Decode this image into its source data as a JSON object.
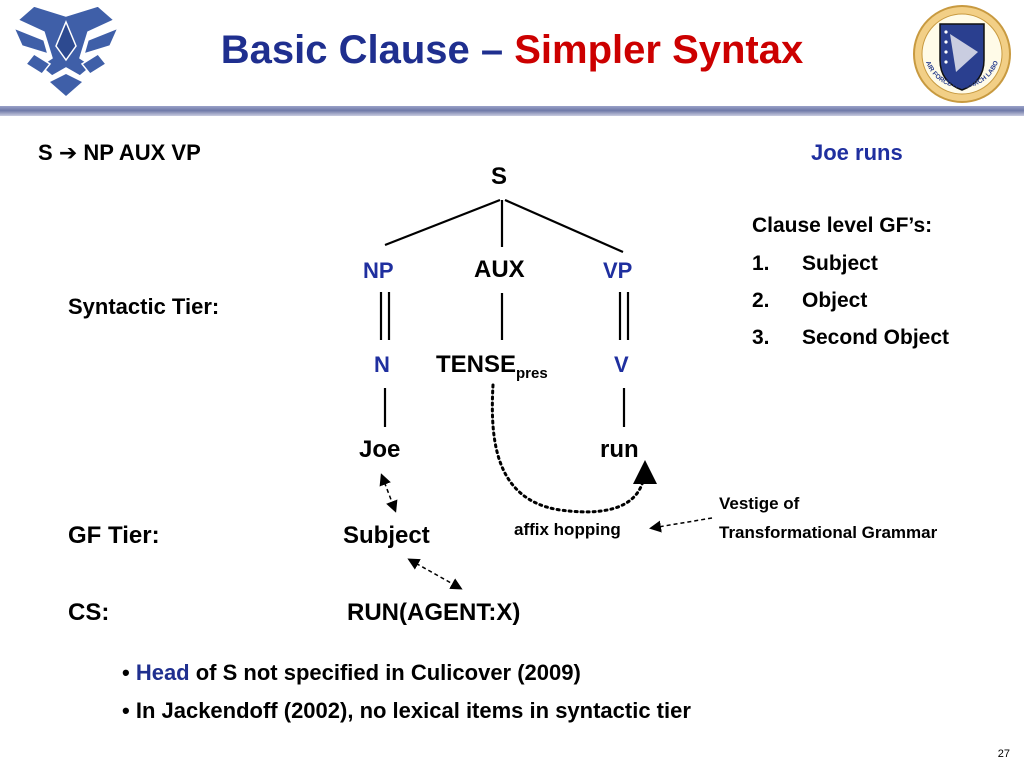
{
  "title": {
    "part1": "Basic Clause – ",
    "part2": "Simpler Syntax"
  },
  "logos": {
    "left": "air-force-wings-logo",
    "right": "air-force-research-laboratory-shield",
    "right_text": "AIR FORCE RESEARCH LABORATORY"
  },
  "rule": "S → NP AUX VP",
  "rule_parts": {
    "lhs": "S",
    "arrow": "➔",
    "rhs": "NP AUX VP"
  },
  "example": "Joe runs",
  "tree": {
    "root": "S",
    "np": "NP",
    "aux": "AUX",
    "vp": "VP",
    "n": "N",
    "tense": "TENSE",
    "tense_sub": "pres",
    "v": "V",
    "joe": "Joe",
    "run": "run"
  },
  "labels": {
    "syntactic_tier": "Syntactic Tier:",
    "gf_tier": "GF Tier:",
    "cs": "CS:",
    "subject": "Subject",
    "cs_value": "RUN(AGENT:X)",
    "affix": "affix hopping",
    "vestige_line1": "Vestige of",
    "vestige_line2": "Transformational Grammar"
  },
  "gf_list": {
    "heading": "Clause level GF’s:",
    "items": [
      {
        "num": "1.",
        "text": "Subject"
      },
      {
        "num": "2.",
        "text": "Object"
      },
      {
        "num": "3.",
        "text": "Second Object"
      }
    ]
  },
  "bullets": {
    "b1_head": "Head",
    "b1_rest": " of S not specified in Culicover (2009)",
    "b2": "In Jackendoff (2002), no lexical items in syntactic tier",
    "bullet_char": "•"
  },
  "page_number": "27",
  "colors": {
    "title_blue": "#1f2f8f",
    "title_red": "#cc0000",
    "node_blue": "#1f2f9f"
  }
}
